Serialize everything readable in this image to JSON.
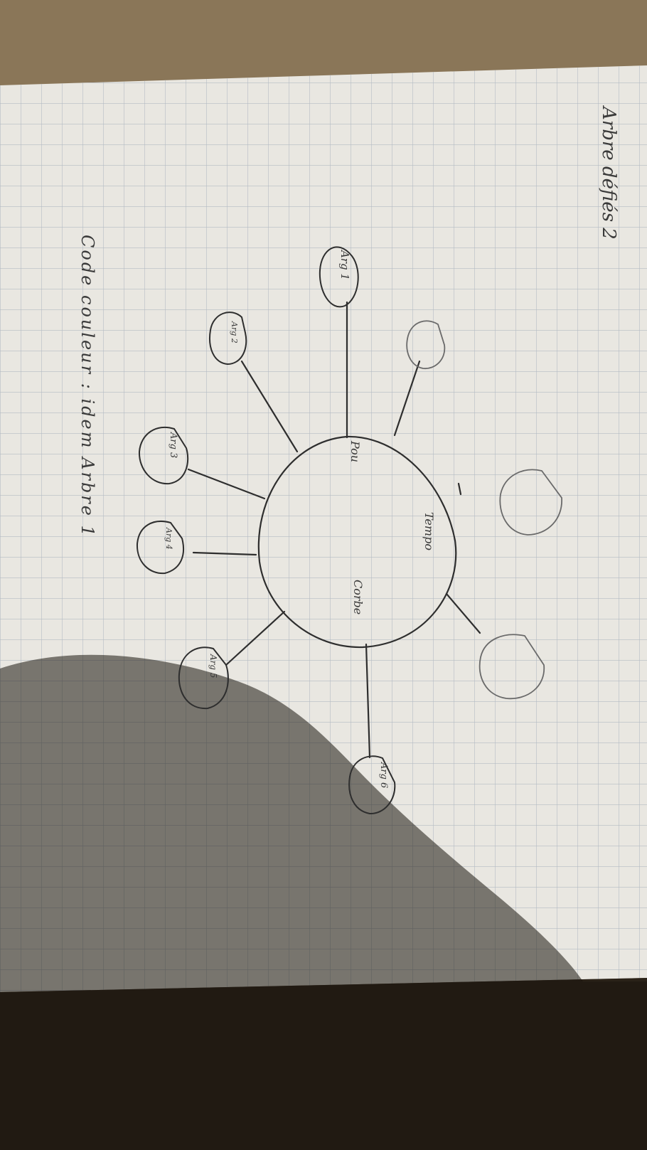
{
  "diagram": {
    "title": "Arbre défiés 2",
    "center_labels": [
      "Pou",
      "Tempo",
      "Corbe"
    ],
    "nodes": [
      {
        "id": "arg1",
        "label": "Arg 1"
      },
      {
        "id": "arg2",
        "label": "Arg 2"
      },
      {
        "id": "arg3",
        "label": "Arg 3"
      },
      {
        "id": "arg4",
        "label": "Arg 4"
      },
      {
        "id": "arg5",
        "label": "Arg 5"
      },
      {
        "id": "arg6",
        "label": "Arg 6"
      },
      {
        "id": "blank-a",
        "label": ""
      },
      {
        "id": "blank-b",
        "label": ""
      },
      {
        "id": "blank-c",
        "label": ""
      }
    ],
    "footer_note": "Code couleur : idem Arbre 1",
    "colors": {
      "paper": "#e9e7e1",
      "grid": "#aeb6c0",
      "ink": "#2e2e2e",
      "pencil": "#6a6a6a",
      "background": "#6b5a44"
    }
  }
}
